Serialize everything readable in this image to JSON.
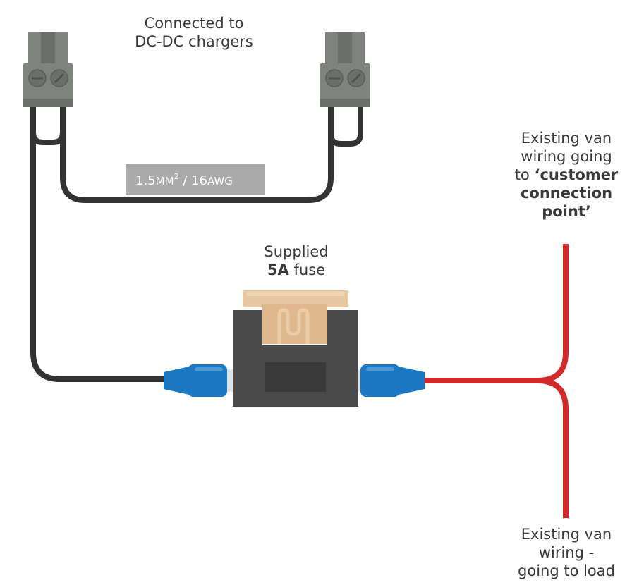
{
  "labels": {
    "chargers_line1": "Connected to",
    "chargers_line2": "DC-DC chargers",
    "wire_gauge_prefix": "1.5",
    "wire_gauge_unit": "MM",
    "wire_gauge_sup": "2",
    "wire_gauge_sep": " / 16",
    "wire_gauge_awg": "AWG",
    "fuse_line1": "Supplied",
    "fuse_rating": "5A",
    "fuse_word": " fuse",
    "customer_line1": "Existing van",
    "customer_line2": "wiring going",
    "customer_line3_prefix": "to ",
    "customer_line3_bold": "‘customer",
    "customer_line4": "connection",
    "customer_line5": "point’",
    "load_line1": "Existing van",
    "load_line2": "wiring -",
    "load_line3": "going to load"
  },
  "colors": {
    "black_wire": "#333333",
    "red_wire": "#d22a2a",
    "connector_body": "#7f837e",
    "connector_slot": "#5f635e",
    "crimp_blue": "#1b78c2",
    "fuse_holder": "#4a4a4a",
    "fuse_window": "#3a3a3a",
    "fuse_blade": "#e8c8a0",
    "gauge_tag": "#aaaaaa"
  }
}
